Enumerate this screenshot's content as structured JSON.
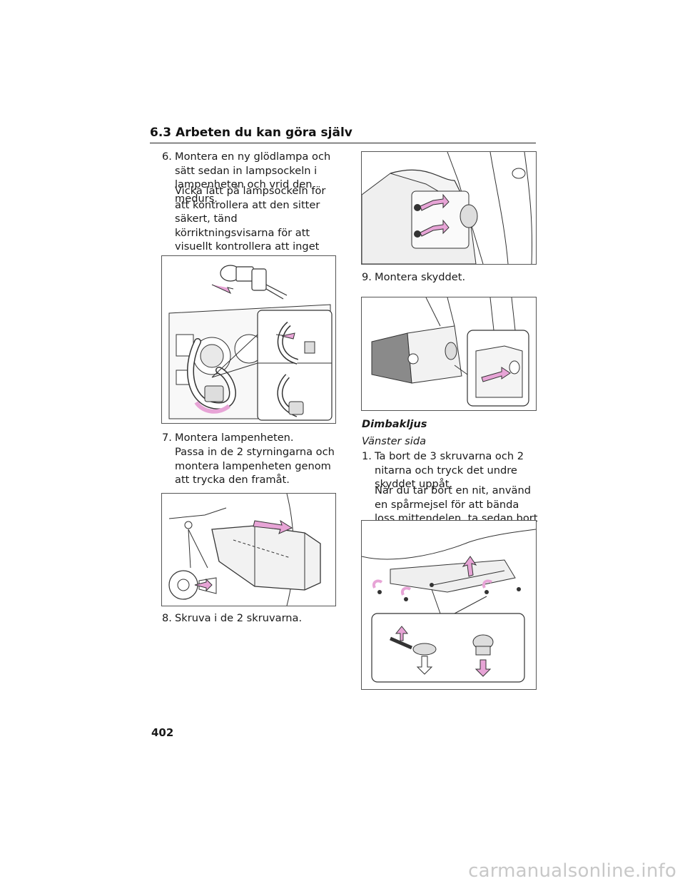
{
  "header": {
    "title": "6.3 Arbeten du kan göra själv"
  },
  "left": {
    "step6": {
      "num": "6.",
      "text": "Montera en ny glödlampa och sätt sedan in lampsockeln i lampenheten och vrid den medurs.",
      "note": "Vicka lätt på lampsockeln för att kontrollera att den sitter säkert, tänd körriktningsvisarna för att visuellt kontrollera att inget ljus läcker mellan lampsockeln och lampenheten."
    },
    "step7": {
      "num": "7.",
      "text": "Montera lampenheten.",
      "note": "Passa in de 2 styrningarna och montera lampenheten genom att trycka den framåt."
    },
    "step8": {
      "num": "8.",
      "text": "Skruva i de 2 skruvarna."
    }
  },
  "right": {
    "step9": {
      "num": "9.",
      "text": "Montera skyddet."
    },
    "section_title": "Dimbakljus",
    "section_sub": "Vänster sida",
    "step1": {
      "num": "1.",
      "text": "Ta bort de 3 skruvarna och 2 nitarna och tryck det undre skyddet uppåt.",
      "note": "När du tar bort en nit, använd en spårmejsel för att bända loss mittendelen, ta sedan bort hela niten."
    }
  },
  "page_number": "402",
  "watermark": "carmanualsonline.info",
  "colors": {
    "arrow_pink": "#e7a4d6",
    "line": "#333333"
  }
}
